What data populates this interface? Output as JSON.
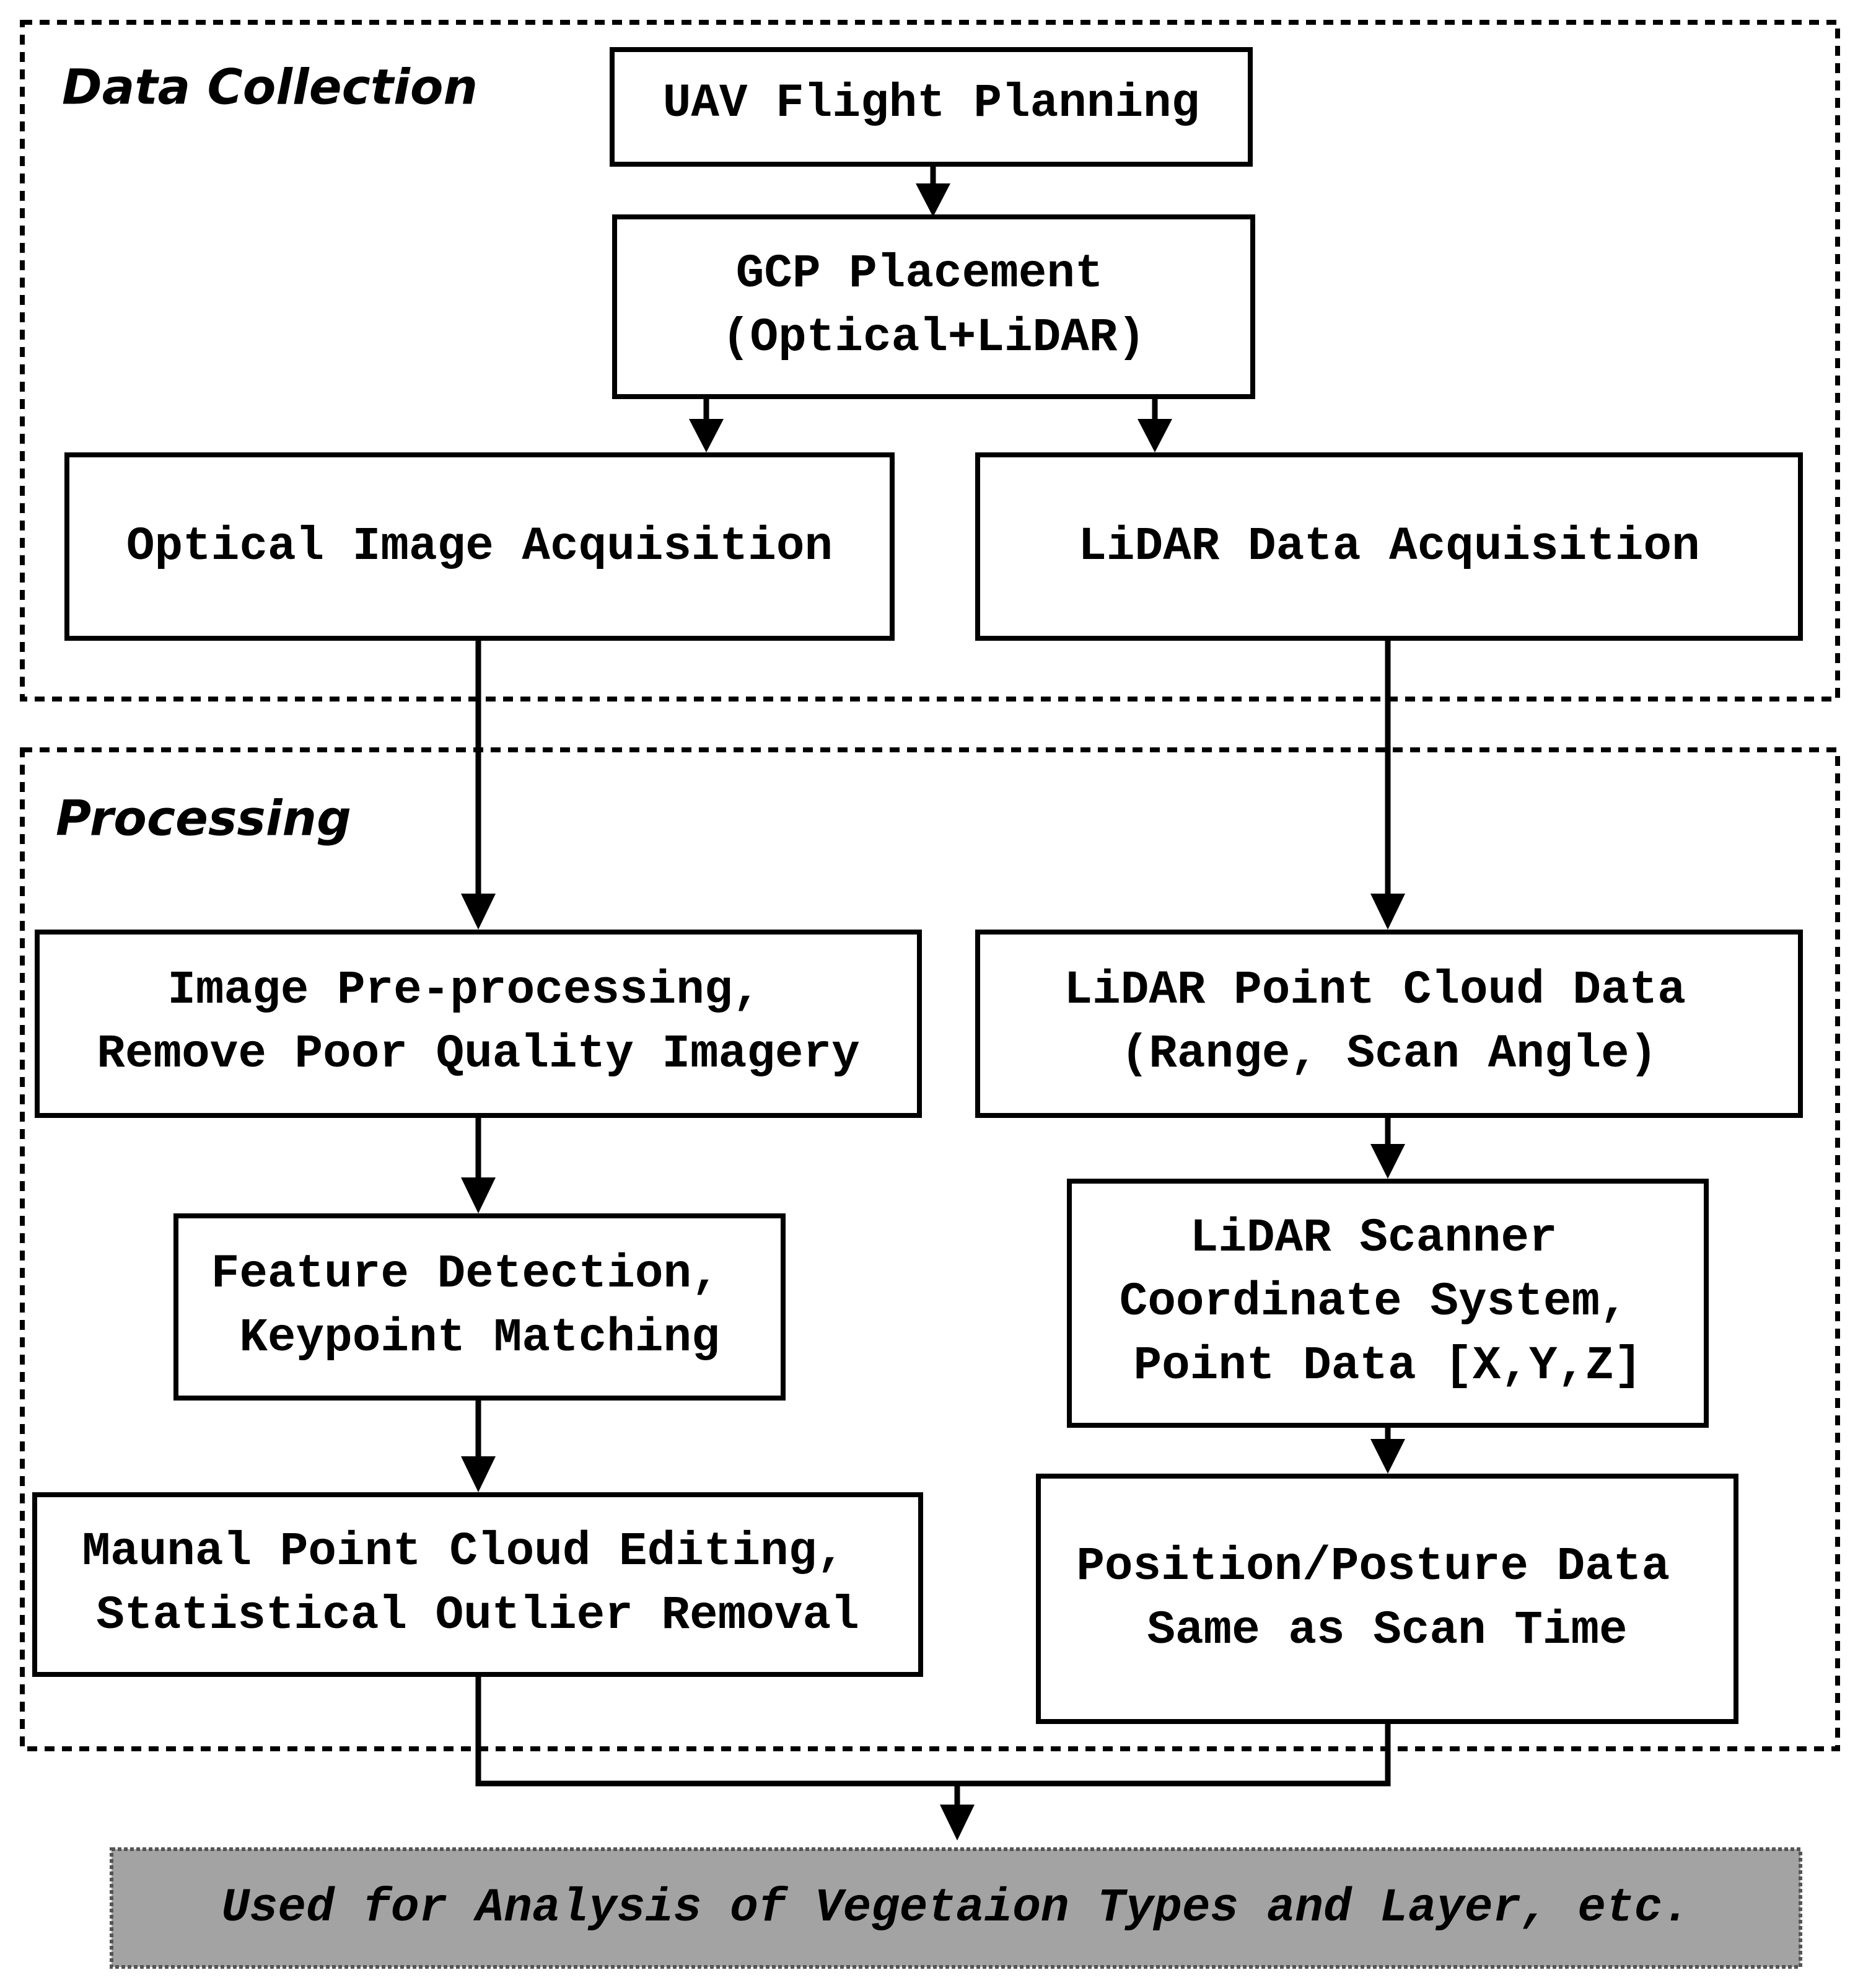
{
  "groups": {
    "data_collection": {
      "label": "Data Collection"
    },
    "processing": {
      "label": "Processing"
    }
  },
  "nodes": {
    "uav_flight_planning": {
      "lines": [
        "UAV Flight Planning"
      ]
    },
    "gcp_placement": {
      "lines": [
        "GCP Placement",
        "(Optical+LiDAR)"
      ]
    },
    "optical_image_acquisition": {
      "lines": [
        "Optical Image Acquisition"
      ]
    },
    "lidar_data_acquisition": {
      "lines": [
        "LiDAR Data Acquisition"
      ]
    },
    "image_preprocessing": {
      "lines": [
        "Image Pre-processing,",
        "Remove Poor Quality Imagery"
      ]
    },
    "lidar_point_cloud_data": {
      "lines": [
        "LiDAR Point Cloud Data",
        "(Range, Scan Angle)"
      ]
    },
    "feature_detection": {
      "lines": [
        "Feature Detection,",
        "Keypoint Matching"
      ]
    },
    "lidar_scanner_coordinate": {
      "lines": [
        "LiDAR Scanner",
        "Coordinate System,",
        "Point Data [X,Y,Z]"
      ]
    },
    "manual_point_cloud_editing": {
      "lines": [
        "Maunal Point Cloud Editing,",
        "Statistical Outlier Removal"
      ]
    },
    "position_posture_data": {
      "lines": [
        "Position/Posture Data",
        "Same as Scan Time"
      ]
    },
    "final_output": {
      "lines": [
        "Used for Analysis of Vegetaion Types and Layer, etc."
      ]
    }
  },
  "colors": {
    "line": "#000000",
    "box_fill": "#ffffff",
    "final_fill": "#a3a3a3"
  }
}
